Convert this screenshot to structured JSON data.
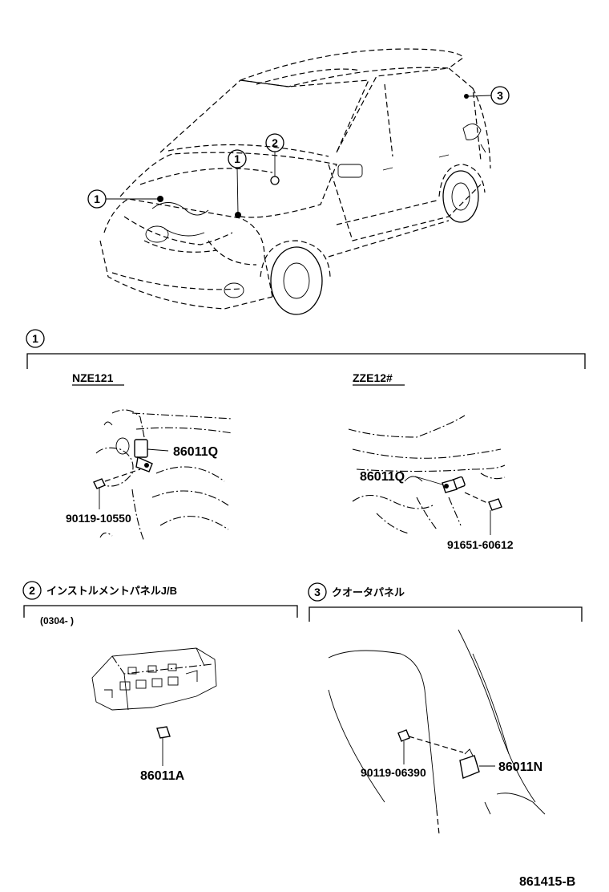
{
  "callouts": {
    "one": "1",
    "two": "2",
    "three": "3"
  },
  "section1": {
    "left_variant": "NZE121",
    "right_variant": "ZZE12#",
    "parts": {
      "left_horn": "86011Q",
      "left_bolt": "90119-10550",
      "right_horn": "86011Q",
      "right_nut": "91651-60612"
    }
  },
  "section2": {
    "title": "インストルメントパネルJ/B",
    "date_range": "(0304-       )",
    "part": "86011A"
  },
  "section3": {
    "title": "クオータパネル",
    "bolt": "90119-06390",
    "part": "86011N"
  },
  "figure_id": "861415-B"
}
